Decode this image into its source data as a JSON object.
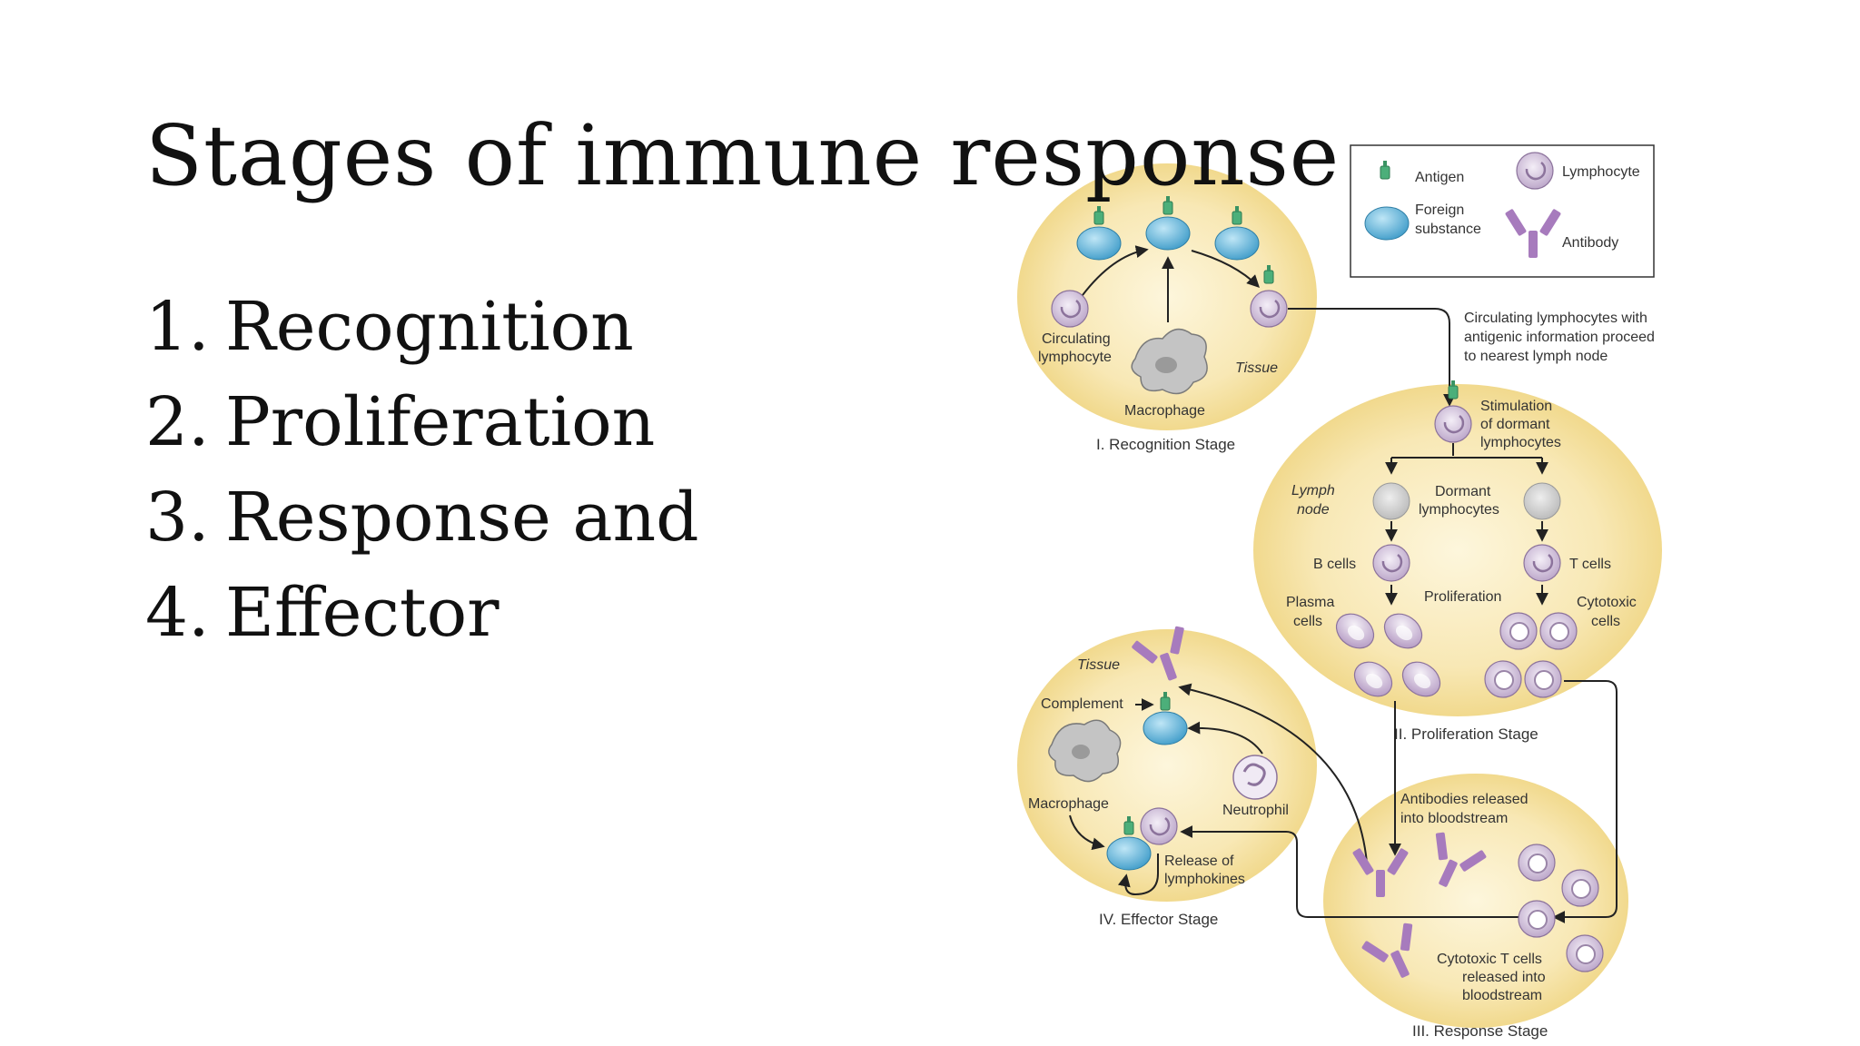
{
  "slide": {
    "title": "Stages of immune response",
    "stages": [
      {
        "number": "1.",
        "label": "Recognition"
      },
      {
        "number": "2.",
        "label": "Proliferation"
      },
      {
        "number": "3.",
        "label": "Response and"
      },
      {
        "number": "4.",
        "label": "Effector"
      }
    ]
  },
  "diagram": {
    "legend": {
      "antigen": "Antigen",
      "lymphocyte": "Lymphocyte",
      "foreign_substance_1": "Foreign",
      "foreign_substance_2": "substance",
      "antibody": "Antibody"
    },
    "recognition": {
      "circulating_1": "Circulating",
      "circulating_2": "lymphocyte",
      "tissue": "Tissue",
      "macrophage": "Macrophage",
      "stage": "I. Recognition Stage"
    },
    "transit": {
      "line1": "Circulating lymphocytes with",
      "line2": "antigenic information proceed",
      "line3": "to nearest lymph node"
    },
    "proliferation": {
      "stim_1": "Stimulation",
      "stim_2": "of dormant",
      "stim_3": "lymphocytes",
      "lymph_1": "Lymph",
      "lymph_2": "node",
      "dormant_1": "Dormant",
      "dormant_2": "lymphocytes",
      "b_cells": "B cells",
      "t_cells": "T cells",
      "plasma_1": "Plasma",
      "plasma_2": "cells",
      "proliferation": "Proliferation",
      "cytotoxic_1": "Cytotoxic",
      "cytotoxic_2": "cells",
      "stage": "II. Proliferation Stage"
    },
    "effector": {
      "tissue": "Tissue",
      "complement": "Complement",
      "macrophage": "Macrophage",
      "neutrophil": "Neutrophil",
      "release_1": "Release of",
      "release_2": "lymphokines",
      "stage": "IV. Effector Stage"
    },
    "response": {
      "antibodies_1": "Antibodies released",
      "antibodies_2": "into bloodstream",
      "cytotoxic_1": "Cytotoxic T cells",
      "cytotoxic_2": "released into",
      "cytotoxic_3": "bloodstream",
      "stage": "III. Response Stage"
    }
  },
  "colors": {
    "stage_fill": "#f7e7b0",
    "foreign_substance": "#5fb0d8",
    "antigen": "#4caf7a",
    "lymphocyte": "#cbb8d6",
    "antibody": "#a77bbd",
    "macrophage": "#bcbcbc"
  }
}
